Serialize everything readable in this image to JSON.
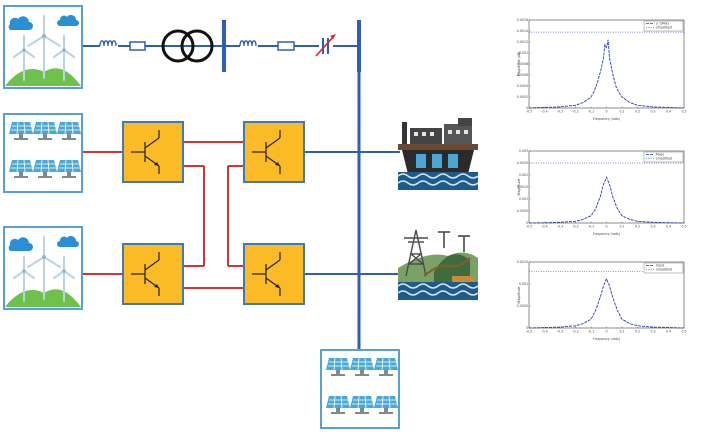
{
  "colors": {
    "bus": "#2d5fb8",
    "link_red": "#d63333",
    "converter_fill": "#fbbb26",
    "converter_border": "#3d7ab8",
    "frame": "#5aa0d8",
    "solar": "#4aa8d6",
    "hill": "#6cc24a",
    "cloud": "#2a8fd4",
    "sim_line": "#2b3fae",
    "tap_arrow": "#e02424"
  },
  "icons": [
    "wind-turbine-icon",
    "transformer-icon",
    "inductor-icon",
    "resistor-icon",
    "variable-capacitor-icon",
    "solar-panel-icon",
    "transistor-switch-icon",
    "power-plant-icon",
    "transmission-tower-icon"
  ],
  "charts": [
    {
      "legend": [
        "y_t(Mix)",
        "smoothed"
      ],
      "xlabel": "Frequency (rads)",
      "ylabel": "Magnitude (dB)",
      "y_top_tick": "0.0016",
      "x_ticks": [
        "-0.5",
        "-0.4",
        "-0.3",
        "-0.2",
        "-0.1",
        "0",
        "0.1",
        "0.2",
        "0.3",
        "0.4",
        "0.5"
      ],
      "y_ticks": [
        "0.0016",
        "0.0014",
        "0.0012",
        "0.001",
        "0.0008",
        "0.0006",
        "0.0004",
        "0.0002",
        "0"
      ]
    },
    {
      "legend": [
        "Mass",
        "smoothed"
      ],
      "xlabel": "Frequency (rads)",
      "ylabel": "Magnitude",
      "y_top_tick": "0.003",
      "x_ticks": [
        "-0.5",
        "-0.4",
        "-0.3",
        "-0.2",
        "-0.1",
        "0",
        "0.1",
        "0.2",
        "0.3",
        "0.4",
        "0.5"
      ],
      "y_ticks": [
        "0.003",
        "0.0025",
        "0.002",
        "0.0015",
        "0.001",
        "0.0005",
        "0"
      ]
    },
    {
      "legend": [
        "Input",
        "smoothed"
      ],
      "xlabel": "Frequency (rads)",
      "ylabel": "Magnitude",
      "y_top_tick": "0.0015",
      "x_ticks": [
        "-0.5",
        "-0.4",
        "-0.3",
        "-0.2",
        "-0.1",
        "0",
        "0.1",
        "0.2",
        "0.3",
        "0.4",
        "0.5"
      ],
      "y_ticks": [
        "0.0015",
        "0.001",
        "0.0005",
        "0"
      ]
    }
  ],
  "chart_data": [
    {
      "type": "line",
      "x": [
        -0.5,
        -0.4,
        -0.3,
        -0.2,
        -0.15,
        -0.1,
        -0.08,
        -0.06,
        -0.04,
        -0.02,
        -0.01,
        0,
        0.01,
        0.02,
        0.04,
        0.06,
        0.08,
        0.1,
        0.15,
        0.2,
        0.3,
        0.4,
        0.5
      ],
      "series": [
        {
          "name": "y_t(Mix)",
          "values": [
            0,
            1e-05,
            2e-05,
            5e-05,
            0.0001,
            0.0002,
            0.0003,
            0.00045,
            0.00065,
            0.0009,
            0.00115,
            0.0011,
            0.00124,
            0.0009,
            0.00062,
            0.0004,
            0.00028,
            0.0002,
            0.0001,
            5e-05,
            2e-05,
            1e-05,
            0
          ]
        },
        {
          "name": "smoothed",
          "values": [
            0.00138,
            0.00138,
            0.00138,
            0.00138,
            0.00138,
            0.00138,
            0.00138,
            0.00138,
            0.00138,
            0.00138,
            0.00138,
            0.00138,
            0.00138,
            0.00138,
            0.00138,
            0.00138,
            0.00138,
            0.00138,
            0.00138,
            0.00138,
            0.00138,
            0.00138,
            0.00138
          ]
        }
      ],
      "ylim": [
        0,
        0.0016
      ],
      "xlim": [
        -0.5,
        0.5
      ]
    },
    {
      "type": "line",
      "x": [
        -0.5,
        -0.4,
        -0.3,
        -0.2,
        -0.15,
        -0.1,
        -0.07,
        -0.04,
        -0.02,
        0,
        0.02,
        0.04,
        0.07,
        0.1,
        0.15,
        0.2,
        0.3,
        0.4,
        0.5
      ],
      "series": [
        {
          "name": "Mass",
          "values": [
            0,
            1e-05,
            3e-05,
            7e-05,
            0.00015,
            0.0003,
            0.0006,
            0.0011,
            0.0016,
            0.0019,
            0.0016,
            0.0011,
            0.0006,
            0.0003,
            0.00015,
            7e-05,
            3e-05,
            1e-05,
            0
          ]
        },
        {
          "name": "smoothed",
          "values": [
            0.0025,
            0.0025,
            0.0025,
            0.0025,
            0.0025,
            0.0025,
            0.0025,
            0.0025,
            0.0025,
            0.0025,
            0.0025,
            0.0025,
            0.0025,
            0.0025,
            0.0025,
            0.0025,
            0.0025,
            0.0025,
            0.0025
          ]
        }
      ],
      "ylim": [
        0,
        0.003
      ],
      "xlim": [
        -0.5,
        0.5
      ]
    },
    {
      "type": "line",
      "x": [
        -0.5,
        -0.4,
        -0.3,
        -0.2,
        -0.15,
        -0.1,
        -0.07,
        -0.04,
        -0.02,
        0,
        0.02,
        0.04,
        0.07,
        0.1,
        0.15,
        0.2,
        0.3,
        0.4,
        0.5
      ],
      "series": [
        {
          "name": "Input",
          "values": [
            0,
            1e-05,
            2e-05,
            5e-05,
            0.0001,
            0.0002,
            0.0004,
            0.0007,
            0.00095,
            0.00112,
            0.00095,
            0.0007,
            0.0004,
            0.0002,
            0.0001,
            5e-05,
            2e-05,
            1e-05,
            0
          ]
        },
        {
          "name": "smoothed",
          "values": [
            0.00128,
            0.00128,
            0.00128,
            0.00128,
            0.00128,
            0.00128,
            0.00128,
            0.00128,
            0.00128,
            0.00128,
            0.00128,
            0.00128,
            0.00128,
            0.00128,
            0.00128,
            0.00128,
            0.00128,
            0.00128,
            0.00128
          ]
        }
      ],
      "ylim": [
        0,
        0.0015
      ],
      "xlim": [
        -0.5,
        0.5
      ]
    }
  ]
}
